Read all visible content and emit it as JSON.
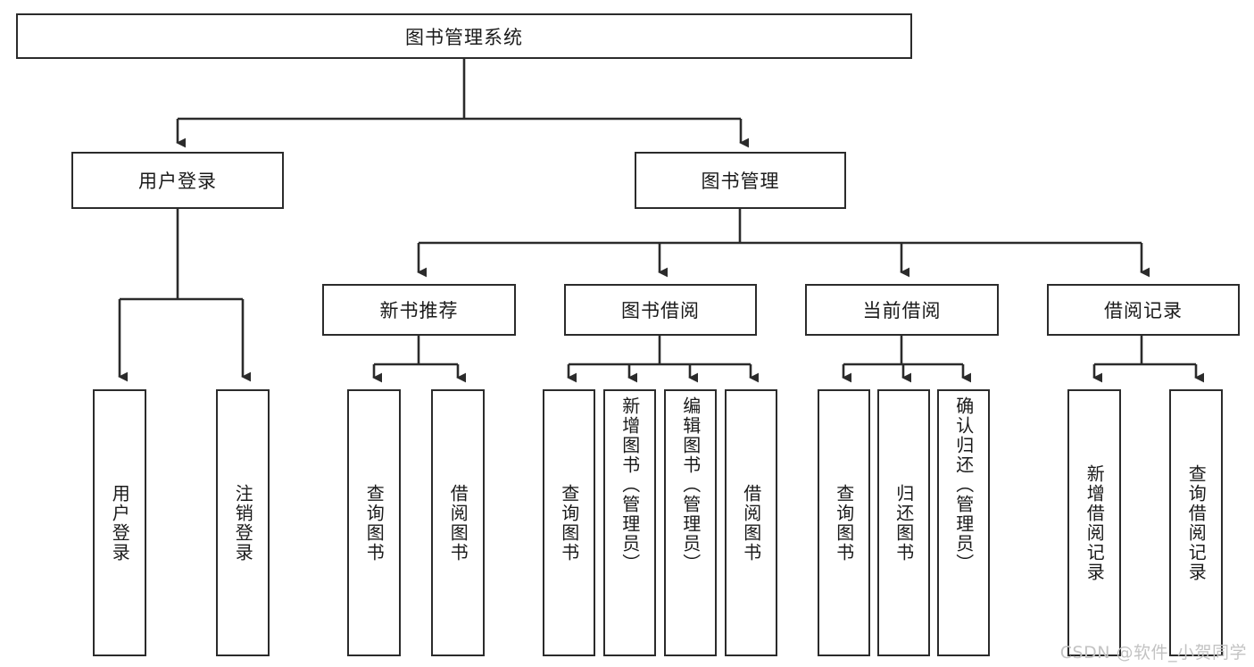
{
  "diagram": {
    "title_node": {
      "label": "图书管理系统"
    },
    "level2": [
      {
        "id": "user-login",
        "label": "用户登录"
      },
      {
        "id": "book-manage",
        "label": "图书管理"
      }
    ],
    "level3": [
      {
        "id": "new-book-recommend",
        "label": "新书推荐"
      },
      {
        "id": "book-borrow",
        "label": "图书借阅"
      },
      {
        "id": "current-borrow",
        "label": "当前借阅"
      },
      {
        "id": "borrow-record",
        "label": "借阅记录"
      }
    ],
    "leaves": {
      "user_login": [
        {
          "id": "leaf-user-login",
          "label": "用户登录"
        },
        {
          "id": "leaf-logout-login",
          "label": "注销登录"
        }
      ],
      "new_book_recommend": [
        {
          "id": "leaf-query-book-1",
          "label": "查询图书"
        },
        {
          "id": "leaf-borrow-book-1",
          "label": "借阅图书"
        }
      ],
      "book_borrow": [
        {
          "id": "leaf-query-book-2",
          "label": "查询图书"
        },
        {
          "id": "leaf-add-book-admin",
          "label": "新增图书（管理员）"
        },
        {
          "id": "leaf-edit-book-admin",
          "label": "编辑图书（管理员）"
        },
        {
          "id": "leaf-borrow-book-2",
          "label": "借阅图书"
        }
      ],
      "current_borrow": [
        {
          "id": "leaf-query-book-3",
          "label": "查询图书"
        },
        {
          "id": "leaf-return-book",
          "label": "归还图书"
        },
        {
          "id": "leaf-confirm-return-admin",
          "label": "确认归还（管理员）"
        }
      ],
      "borrow_record": [
        {
          "id": "leaf-add-borrow-record",
          "label": "新增借阅记录"
        },
        {
          "id": "leaf-query-borrow-record",
          "label": "查询借阅记录"
        }
      ]
    },
    "watermark": {
      "text": "CSDN @软件_小贺同学"
    },
    "colors": {
      "stroke": "#2b2b2b",
      "background": "#ffffff",
      "text": "#1a1a1a",
      "watermark": "#c3c3c3"
    }
  }
}
